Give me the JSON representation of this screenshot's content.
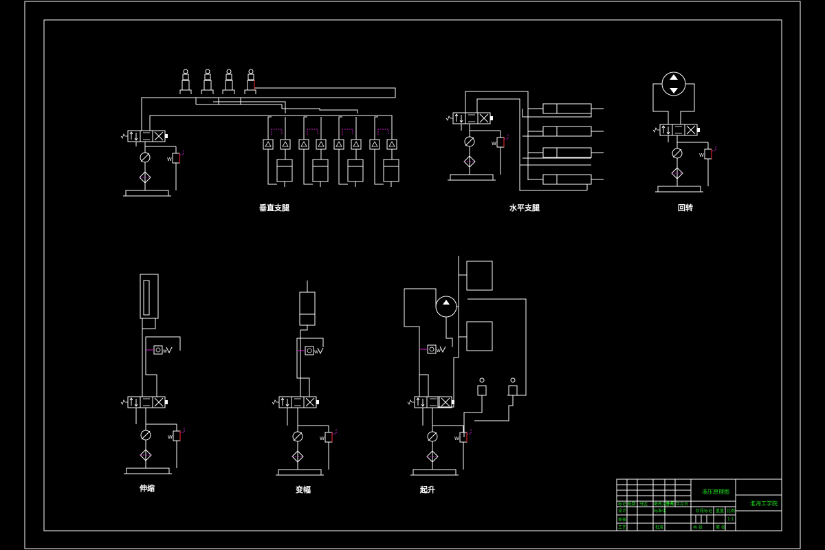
{
  "drawing": {
    "circuits": [
      {
        "key": "vertical_leg",
        "label": "垂直支腿"
      },
      {
        "key": "horizontal_leg",
        "label": "水平支腿"
      },
      {
        "key": "slewing",
        "label": "回转"
      },
      {
        "key": "telescoping",
        "label": "伸缩"
      },
      {
        "key": "luffing",
        "label": "变幅"
      },
      {
        "key": "hoisting",
        "label": "起升"
      }
    ],
    "title_block": {
      "drawing_title": "液压原理图",
      "company": "淮海工学院",
      "cells": [
        "标记",
        "处数",
        "分区",
        "更改文件号",
        "签名",
        "年月日",
        "设计",
        "标准化",
        "阶段标记",
        "重量",
        "比例",
        "审核",
        "工艺",
        "批准",
        "共 张",
        "第 张"
      ],
      "scale": "1:1"
    },
    "colors": {
      "line": "#ffffff",
      "accent": "#cc22cc",
      "red": "#dd2222",
      "text_green": "#22dd22"
    }
  }
}
